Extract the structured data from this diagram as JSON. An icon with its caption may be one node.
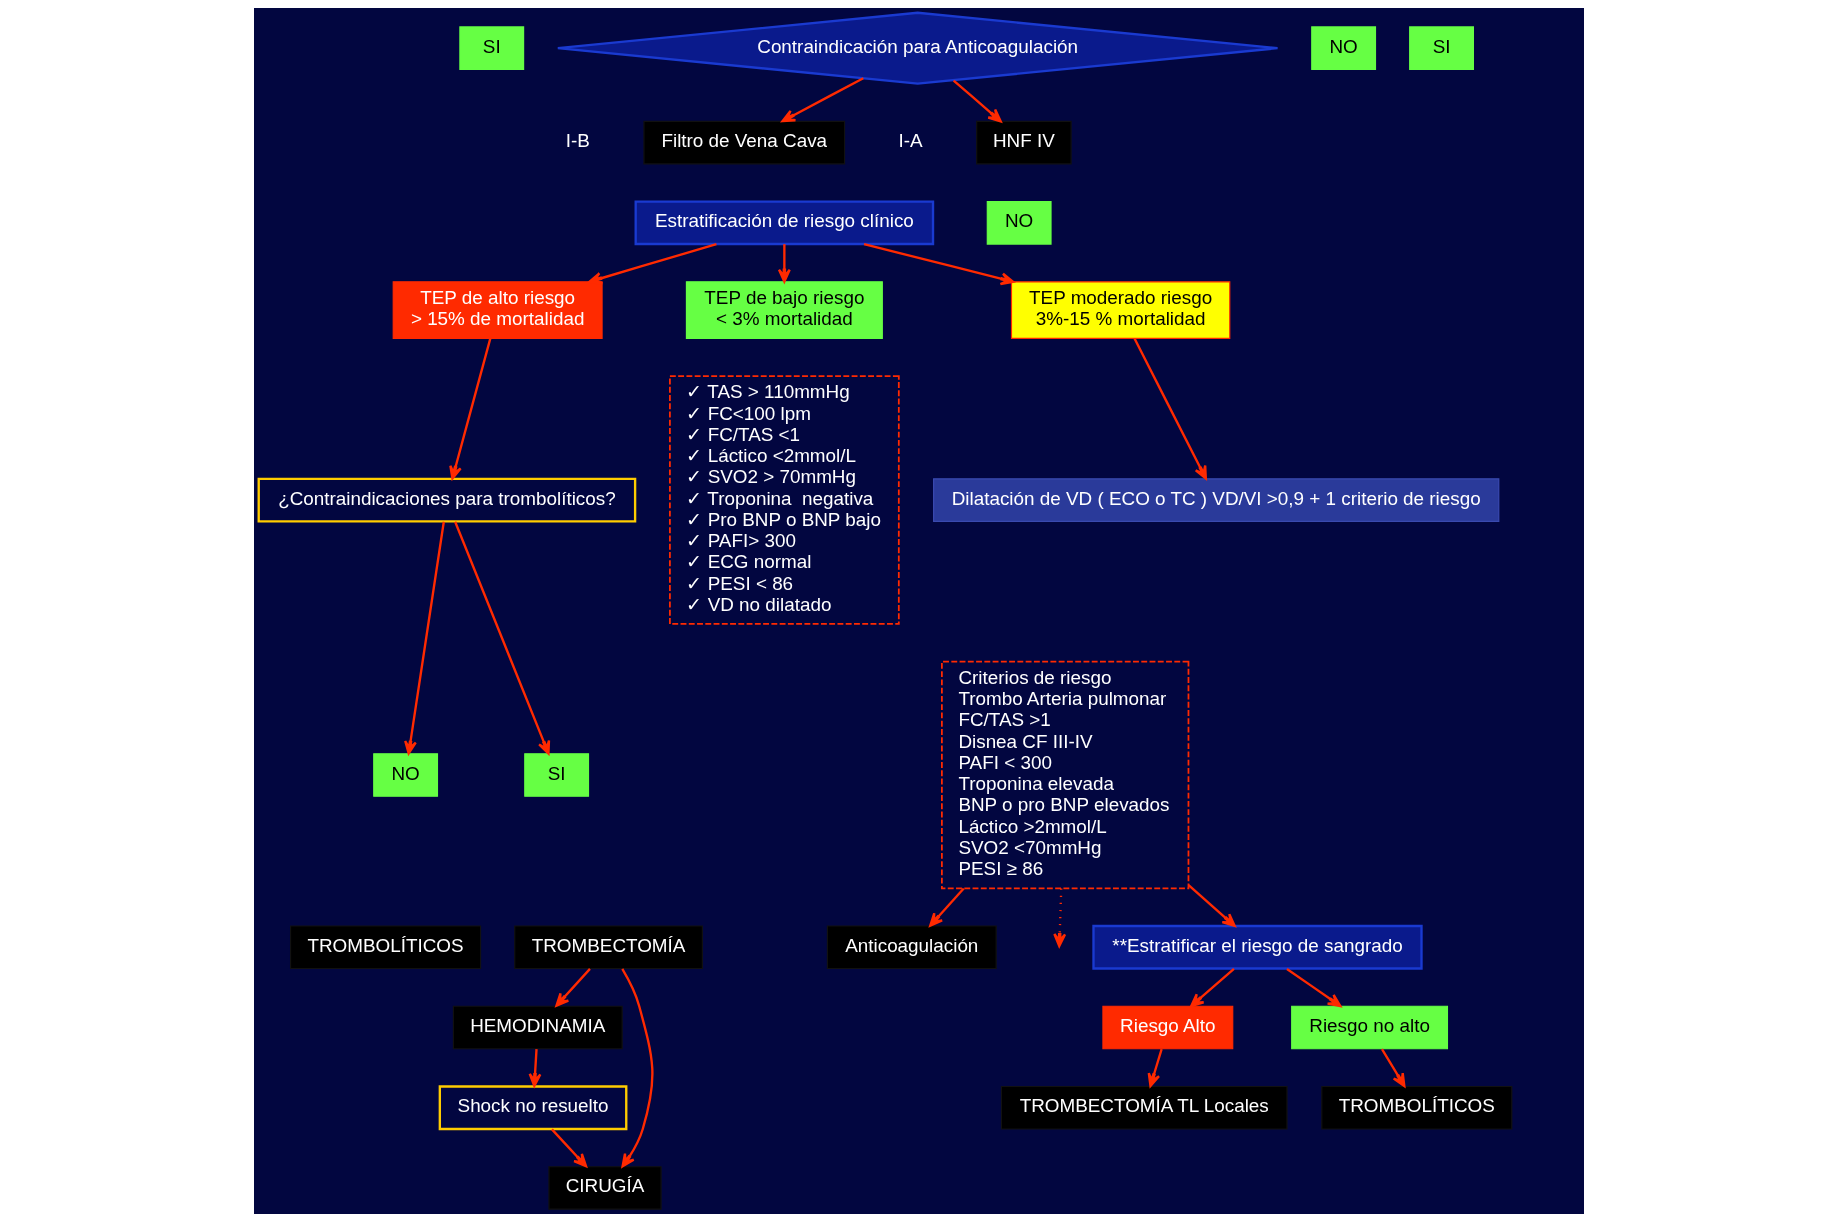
{
  "diagram": {
    "nodes": [
      {
        "text": [
          "Contraindicación para Anticoagulación"
        ]
      },
      {
        "text": [
          "NO"
        ]
      },
      {
        "text": [
          "HNF IV"
        ],
        "beside": [
          "I-A"
        ]
      },
      {
        "text": [
          "SI"
        ]
      },
      {
        "text": [
          "Filtro de Vena Cava"
        ],
        "beside": [
          "I-B"
        ]
      },
      {
        "text": [
          "Estratificación de riesgo clínico"
        ]
      },
      {
        "text": [
          "TEP de bajo riesgo",
          "< 3% mortalidad"
        ]
      },
      {
        "text": [
          "TEP moderado riesgo",
          "3%-15 % mortalidad"
        ]
      },
      {
        "text": [
          "TEP de alto riesgo",
          "> 15% de mortalidad"
        ]
      },
      {
        "text": [
          "✓ TAS > 110mmHg",
          "✓ FC<100 lpm",
          "✓ FC/TAS <1",
          "✓ Láctico <2mmol/L",
          "✓ SVO2 > 70mmHg",
          "✓ Troponina  negativa",
          "✓ Pro BNP o BNP bajo",
          "✓ PAFI> 300",
          "✓ ECG normal",
          "✓ PESI < 86",
          "✓ VD no dilatado"
        ]
      },
      {
        "text": [
          "Dilatación de VD ( ECO o TC ) VD/VI >0,9 + 1 criterio de riesgo"
        ]
      },
      {
        "text": [
          "Criterios de riesgo",
          "Trombo Arteria pulmonar",
          "FC/TAS >1",
          "Disnea CF III-IV",
          "PAFI < 300",
          "Troponina elevada",
          "BNP o pro BNP elevados",
          "Láctico >2mmol/L",
          "SVO2 <70mmHg",
          "PESI ≥ 86"
        ]
      },
      {
        "text": [
          "¿Contraindicaciones para trombolíticos?"
        ]
      },
      {
        "text": [
          "NO"
        ]
      },
      {
        "text": [
          "SI"
        ]
      },
      {
        "text": [
          "TROMBOLÍTICOS"
        ]
      },
      {
        "text": [
          "TROMBECTOMÍA"
        ]
      },
      {
        "text": [
          "Anticoagulación"
        ]
      },
      {
        "text": [
          "NO"
        ]
      },
      {
        "text": [
          "SI"
        ]
      },
      {
        "text": [
          "**Estratificar el riesgo de sangrado"
        ]
      },
      {
        "text": [
          "Riesgo Alto"
        ]
      },
      {
        "text": [
          "Riesgo no alto"
        ]
      },
      {
        "text": [
          "TROMBECTOMÍA TL Locales"
        ]
      },
      {
        "text": [
          "TROMBOLÍTICOS"
        ]
      },
      {
        "text": [
          "HEMODINAMIA"
        ]
      },
      {
        "text": [
          "CIRUGÍA"
        ]
      },
      {
        "text": [
          "Shock no resuelto"
        ]
      }
    ],
    "edges": [
      {
        "from": 0,
        "to": 2,
        "arrow": "to"
      },
      {
        "from": 0,
        "to": 4,
        "arrow": "to"
      },
      {
        "from": 5,
        "to": 6,
        "arrow": "to"
      },
      {
        "from": 5,
        "to": 7,
        "arrow": "to"
      },
      {
        "from": 5,
        "to": 8,
        "arrow": "to"
      },
      {
        "from": 7,
        "to": 10,
        "arrow": "to"
      },
      {
        "from": 8,
        "to": 12,
        "arrow": "to"
      },
      {
        "from": 12,
        "to": 13,
        "arrow": "to"
      },
      {
        "from": 12,
        "to": 14,
        "arrow": "to"
      },
      {
        "from": 11,
        "to": null,
        "arrow": "to",
        "style": "dashed"
      },
      {
        "from": 11,
        "to": 17,
        "arrow": "to"
      },
      {
        "from": 11,
        "to": 20,
        "arrow": "to"
      },
      {
        "from": 20,
        "to": 21,
        "arrow": "to"
      },
      {
        "from": 20,
        "to": 22,
        "arrow": "to"
      },
      {
        "from": 21,
        "to": 23,
        "arrow": "to"
      },
      {
        "from": 22,
        "to": 24,
        "arrow": "to"
      },
      {
        "from": 16,
        "to": 25,
        "arrow": "to"
      },
      {
        "from": 16,
        "to": 26,
        "arrow": "to"
      },
      {
        "from": 25,
        "to": 27,
        "arrow": "to"
      },
      {
        "from": 27,
        "to": 26,
        "arrow": "to"
      }
    ]
  }
}
